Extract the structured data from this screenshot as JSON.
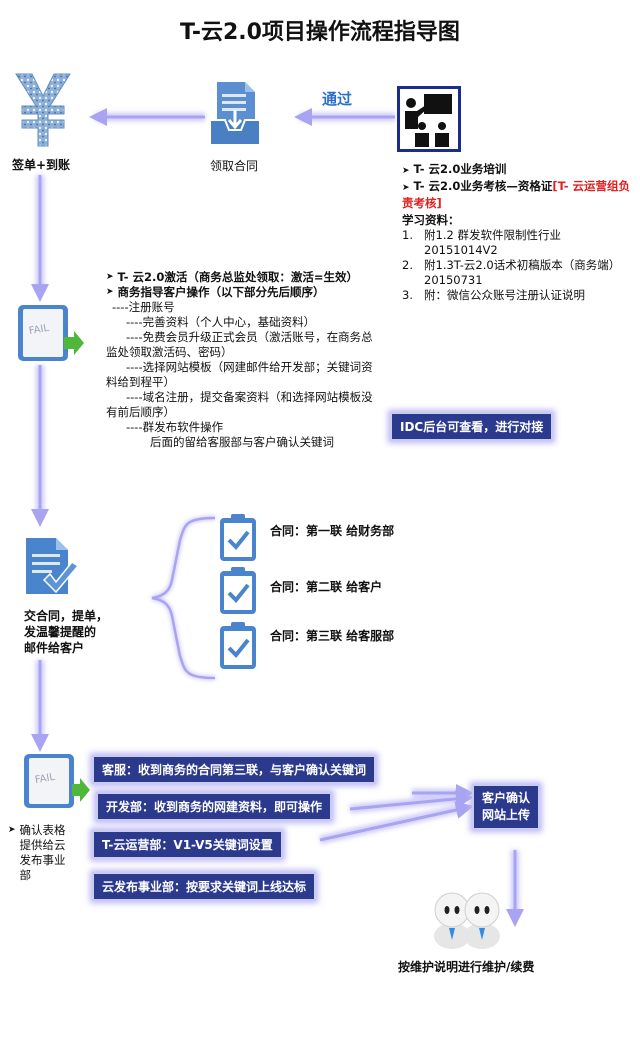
{
  "title": "T-云2.0项目操作流程指导图",
  "colors": {
    "arrow": "#a9a4f2",
    "box_bg": "#2c3a8e",
    "accent_red": "#e02020",
    "pass_blue": "#2a6fd0"
  },
  "icons": {
    "yen": "yen-icon",
    "contract": "inbox-download-icon",
    "training": "teacher-board-icon",
    "fail_doc": "fail-document-icon",
    "submit_doc": "document-check-icon",
    "clipboard": "clipboard-check-icon",
    "users": "users-icon"
  },
  "nodes": {
    "sign": "签单+到账",
    "receive_contract": "领取合同",
    "pass": "通过",
    "submit": "交合同，提单，\n发温馨提醒的\n邮件给客户",
    "maintain": "按维护说明进行维护/续费",
    "confirm_site": "客户确认\n网站上传"
  },
  "training": {
    "items": [
      "T- 云2.0业务培训",
      "T- 云2.0业务考核—资格证"
    ],
    "highlight": "[T-  云运营组负责考核]",
    "study_label": "学习资料：",
    "materials": [
      "附1.2 群发软件限制性行业20151014V2",
      "附1.3T-云2.0话术初稿版本（商务端）20150731",
      "附：微信公众账号注册认证说明"
    ]
  },
  "activation": {
    "item1": "T- 云2.0激活（商务总监处领取：激活=生效）",
    "item2": "商务指导客户操作（以下部分先后顺序）",
    "steps": [
      "----注册账号",
      "----完善资料（个人中心，基础资料）",
      "----免费会员升级正式会员（激活账号，在商务总监处领取激活码、密码）",
      "----选择网站模板（网建邮件给开发部；关键词资料给到程平）",
      "----域名注册，提交备案资料（和选择网站模板没有前后顺序）",
      "----群发布软件操作",
      "后面的留给客服部与客户确认关键词"
    ]
  },
  "idc_box": "IDC后台可查看，进行对接",
  "contracts": [
    "合同：第一联 给财务部",
    "合同：第二联 给客户",
    "合同：第三联 给客服部"
  ],
  "confirm_note": "确认表格提供给云发布事业部",
  "dept_boxes": [
    "客服：收到商务的合同第三联，与客户确认关键词",
    "开发部：收到商务的网建资料，即可操作",
    "T-云运营部：V1-V5关键词设置",
    "云发布事业部：按要求关键词上线达标"
  ]
}
